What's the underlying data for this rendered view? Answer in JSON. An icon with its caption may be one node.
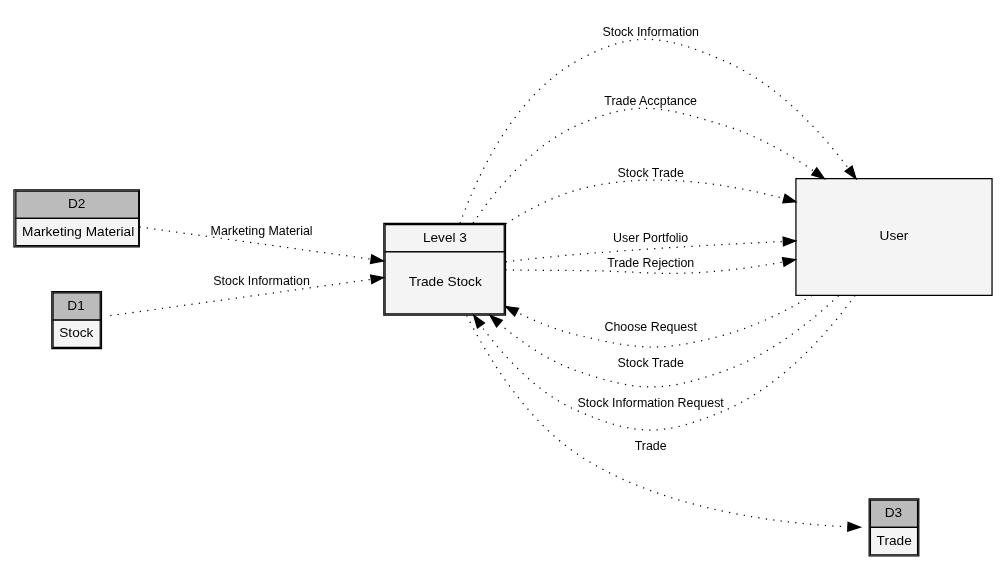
{
  "diagram": {
    "nodes": [
      {
        "text": [
          "D2",
          "Marketing Material"
        ]
      },
      {
        "text": [
          "Level 3",
          "Trade Stock"
        ]
      },
      {
        "text": [
          "User"
        ]
      },
      {
        "text": [
          "D1",
          "Stock"
        ]
      },
      {
        "text": [
          "D3",
          "Trade"
        ]
      }
    ],
    "edges": [
      {
        "from": 0,
        "to": 1,
        "arrow": "to",
        "label": "Marketing Material"
      },
      {
        "from": 3,
        "to": 1,
        "arrow": "to",
        "label": "Stock Information"
      },
      {
        "from": 1,
        "to": 4,
        "arrow": "to",
        "label": "Trade"
      },
      {
        "from": 2,
        "to": 1,
        "arrow": "to",
        "label": "Choose Request"
      },
      {
        "from": 1,
        "to": 2,
        "arrow": "to",
        "label": "Stock Information"
      },
      {
        "from": 1,
        "to": 2,
        "arrow": "to",
        "label": "Trade Accptance"
      },
      {
        "from": 2,
        "to": 1,
        "arrow": "to",
        "label": "Stock Trade"
      },
      {
        "from": 1,
        "to": 2,
        "arrow": "to",
        "label": "Stock Trade"
      },
      {
        "from": 2,
        "to": 1,
        "arrow": "to",
        "label": "Stock Information Request"
      },
      {
        "from": 1,
        "to": 2,
        "arrow": "to",
        "label": "User Portfolio"
      },
      {
        "from": 1,
        "to": 2,
        "arrow": "to",
        "label": "Trade Rejection"
      }
    ]
  }
}
